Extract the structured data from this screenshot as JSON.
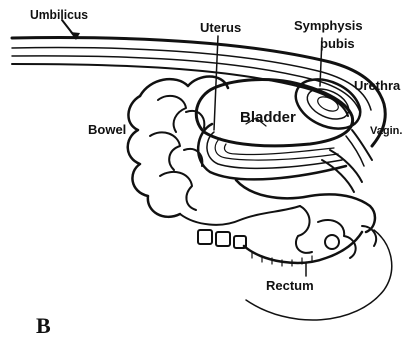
{
  "labels": {
    "umbilicus": "Umbilicus",
    "uterus": "Uterus",
    "symphysis_line1": "Symphysis",
    "symphysis_line2": "pubis",
    "urethra": "Urethra",
    "bladder": "Bladder",
    "bowel": "Bowel",
    "vagina": "Vagin.",
    "rectum": "Rectum",
    "panel_letter": "B"
  },
  "colors": {
    "ink": "#111111",
    "background": "#ffffff"
  }
}
